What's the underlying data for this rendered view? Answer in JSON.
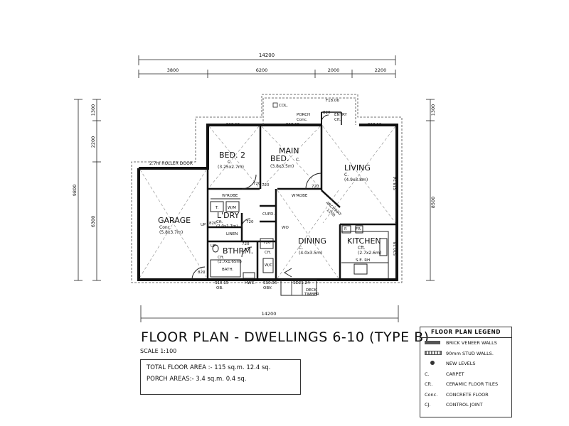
{
  "dimensions": {
    "overall_width": "14200",
    "top_segments": [
      "3800",
      "6200",
      "2000",
      "2200"
    ],
    "left_total": "9800",
    "left_segments": [
      "1300",
      "2200",
      "6300"
    ],
    "right_total": "8500",
    "right_segment": "1300",
    "bottom_total": "14200"
  },
  "rooms": {
    "bed2": {
      "name": "BED. 2",
      "finish": "C.",
      "size": "(3.25x2.7m)"
    },
    "main_bed": {
      "name1": "MAIN",
      "name2": "BED.",
      "finish": "C.",
      "size": "(3.8x3.5m)"
    },
    "living": {
      "name": "LIVING",
      "finish": "C.",
      "size": "(4.9x3.8m)"
    },
    "garage": {
      "name": "GARAGE",
      "finish": "Conc.",
      "size": "(5.8x3.7m)"
    },
    "ldry": {
      "name": "L'DRY",
      "finish": "Cft.",
      "size": "(2.0x1.7m)"
    },
    "bthrm": {
      "name": "BTHRM.",
      "finish": "Cft.",
      "size": "(2.7x1.65m)"
    },
    "dining": {
      "name": "DINING",
      "finish": "C.",
      "size": "(4.0x3.5m)"
    },
    "kitchen": {
      "name": "KITCHEN",
      "finish": "Cft.",
      "size": "(2.7x2.6m)"
    },
    "porch": {
      "name": "PORCH",
      "finish": "Conc."
    },
    "entry": {
      "name": "ENTRY",
      "finish": "Cft."
    }
  },
  "labels": {
    "roller_door": "2.7m ROLLER DOOR",
    "col": "COL.",
    "f1806": "F18.06",
    "s1815a": "S18.15",
    "s1815b": "S18.15",
    "s1812": "S18.12",
    "s1824": "S18.24",
    "s0618": "S06.18",
    "s1018": "S10.18",
    "s1015": "S10.15",
    "obs1": "OB.",
    "s1006": "S10.06",
    "obs2": "OBV.",
    "sd2124": "SD21.24",
    "deck": "DECK",
    "timber": "TIMBER",
    "wrobe1": "W'ROBE",
    "wrobe2": "W'ROBE",
    "linen": "LINEN",
    "cupd": "CUPD.",
    "archway": "ARCHWAY",
    "d820a": "820",
    "d820b": "820",
    "d820c": "820",
    "d720a": "720",
    "d720b": "720",
    "d720c": "720",
    "d720d": "720",
    "d720e": "720",
    "d720f": "720",
    "d1200": "1200",
    "t": "T.",
    "wm": "W/M",
    "bath": "BATH.",
    "hwc": "HWC.",
    "up1": "UP",
    "up2": "UP",
    "fr": "FR.",
    "p": "P.",
    "se_rh": "S.E. RH",
    "wc": "W/C.",
    "cft_small": "Cft.",
    "wo": "WO"
  },
  "title": "FLOOR PLAN - DWELLINGS 6-10 (TYPE B)",
  "scale": "SCALE 1:100",
  "areas": {
    "total": "TOTAL FLOOR AREA :- 115 sq.m. 12.4 sq.",
    "porch": "PORCH AREAS:- 3.4 sq.m. 0.4 sq."
  },
  "legend": {
    "title": "FLOOR PLAN LEGEND",
    "items": [
      {
        "symbol": "brick-wall",
        "text": "BRICK VENEER WALLS"
      },
      {
        "symbol": "stud-wall",
        "text": "90mm STUD WALLS."
      },
      {
        "symbol": "dot",
        "text": "NEW LEVELS"
      },
      {
        "symbol": "C.",
        "text": "CARPET"
      },
      {
        "symbol": "Cft.",
        "text": "CERAMIC FLOOR TILES"
      },
      {
        "symbol": "Conc.",
        "text": "CONCRETE FLOOR"
      },
      {
        "symbol": "CJ.",
        "text": "CONTROL JOINT"
      }
    ]
  }
}
